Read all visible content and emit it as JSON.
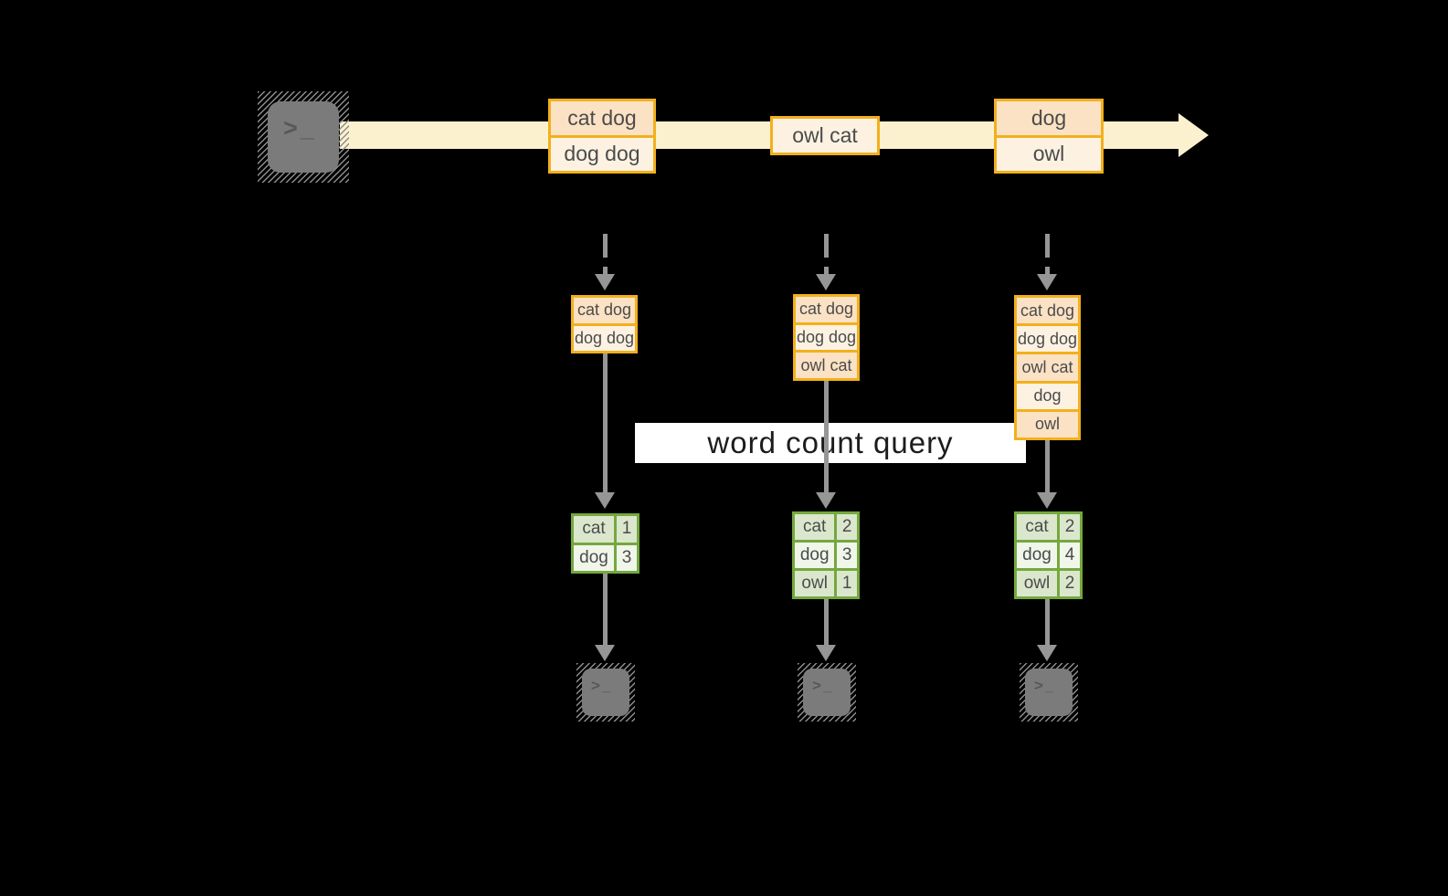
{
  "query": {
    "label": "word count query"
  },
  "terminal": {
    "glyph": ">_"
  },
  "stream": {
    "events": [
      {
        "lines": [
          "cat dog",
          "dog dog"
        ]
      },
      {
        "lines": [
          "owl cat"
        ]
      },
      {
        "lines": [
          "dog",
          "owl"
        ]
      }
    ]
  },
  "snapshots": [
    {
      "items": [
        "cat dog",
        "dog dog"
      ]
    },
    {
      "items": [
        "cat dog",
        "dog dog",
        "owl cat"
      ]
    },
    {
      "items": [
        "cat dog",
        "dog dog",
        "owl cat",
        "dog",
        "owl"
      ]
    }
  ],
  "results": [
    {
      "rows": [
        {
          "word": "cat",
          "count": "1"
        },
        {
          "word": "dog",
          "count": "3"
        }
      ]
    },
    {
      "rows": [
        {
          "word": "cat",
          "count": "2"
        },
        {
          "word": "dog",
          "count": "3"
        },
        {
          "word": "owl",
          "count": "1"
        }
      ]
    },
    {
      "rows": [
        {
          "word": "cat",
          "count": "2"
        },
        {
          "word": "dog",
          "count": "4"
        },
        {
          "word": "owl",
          "count": "2"
        }
      ]
    }
  ],
  "colors": {
    "background": "#000000",
    "stream_band": "#fcf1cf",
    "event_border": "#f2b01c",
    "event_fill_dark": "#fbe2c4",
    "event_fill_light": "#fdf2e2",
    "table_border": "#74a83e",
    "table_row_dark": "#dbe7cd",
    "table_row_light": "#f1f6ea",
    "arrow_gray": "#969696",
    "terminal_gray": "#7b7b7b"
  }
}
